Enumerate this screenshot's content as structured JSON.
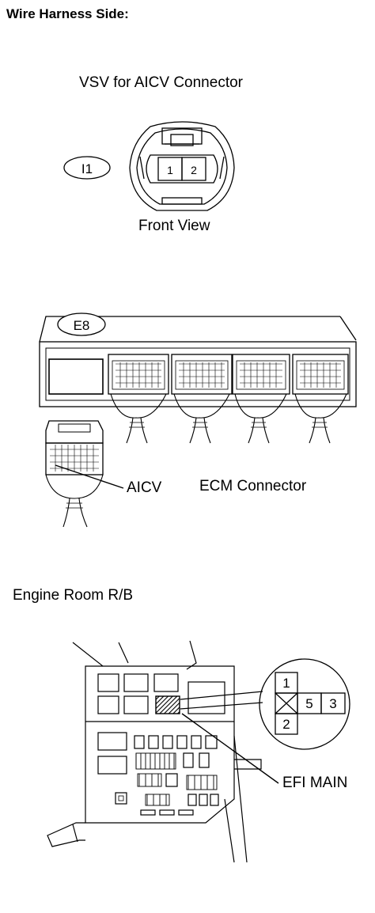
{
  "header": {
    "title": "Wire Harness Side:"
  },
  "vsv_connector": {
    "title": "VSV for AICV Connector",
    "code": "I1",
    "pins": [
      "1",
      "2"
    ],
    "view_label": "Front View"
  },
  "ecm_connector": {
    "code": "E8",
    "pin_label": "AICV",
    "title": "ECM Connector"
  },
  "relay_block": {
    "title": "Engine Room R/B",
    "relay_pins": [
      "1",
      "5",
      "3",
      "2"
    ],
    "fuse_label": "EFI MAIN"
  },
  "colors": {
    "line": "#000000",
    "background": "#ffffff",
    "fuse_hatch": "#555555"
  }
}
